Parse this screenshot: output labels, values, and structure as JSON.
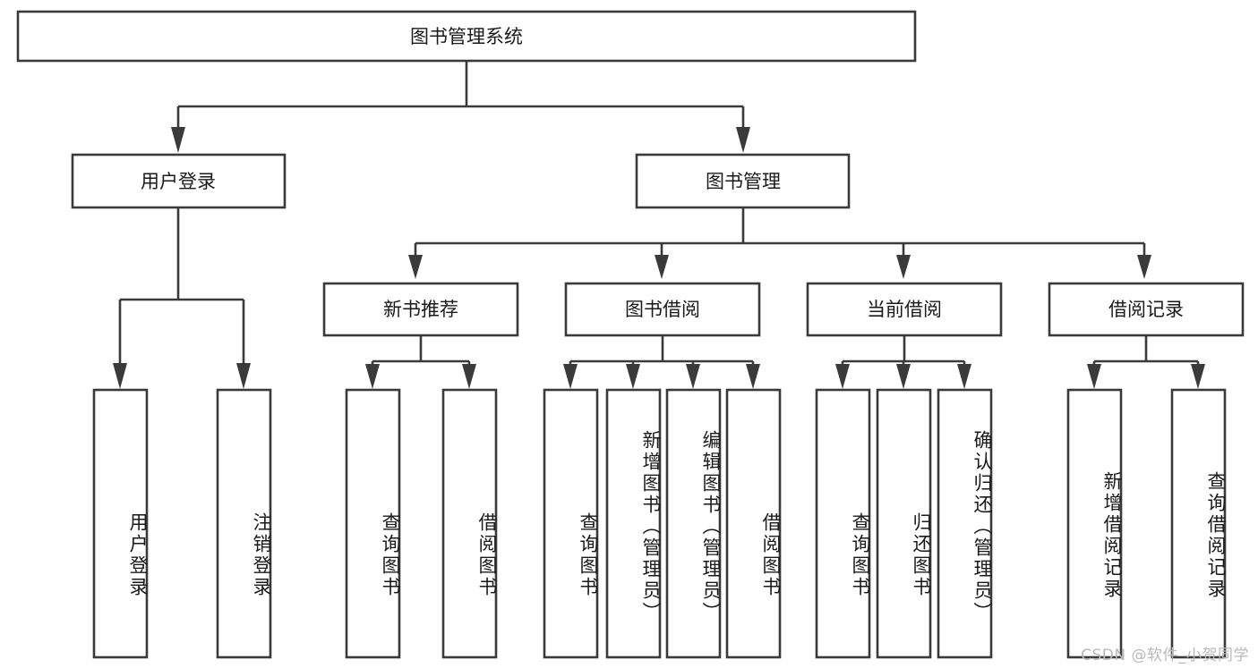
{
  "diagram": {
    "type": "tree-hierarchy",
    "title": "图书管理系统",
    "root": {
      "id": "root",
      "label": "图书管理系统"
    },
    "level1": [
      {
        "id": "user-login",
        "label": "用户登录"
      },
      {
        "id": "book-management",
        "label": "图书管理"
      }
    ],
    "level2": [
      {
        "id": "new-book-recommend",
        "label": "新书推荐",
        "parent": "book-management"
      },
      {
        "id": "book-borrow",
        "label": "图书借阅",
        "parent": "book-management"
      },
      {
        "id": "current-borrow",
        "label": "当前借阅",
        "parent": "book-management"
      },
      {
        "id": "borrow-record",
        "label": "借阅记录",
        "parent": "book-management"
      }
    ],
    "leaves": {
      "user-login": [
        {
          "id": "leaf-user-login",
          "label": "用户登录"
        },
        {
          "id": "leaf-user-logout",
          "label": "注销登录"
        }
      ],
      "new-book-recommend": [
        {
          "id": "leaf-query-book-1",
          "label": "查询图书"
        },
        {
          "id": "leaf-borrow-book-1",
          "label": "借阅图书"
        }
      ],
      "book-borrow": [
        {
          "id": "leaf-query-book-2",
          "label": "查询图书"
        },
        {
          "id": "leaf-add-book",
          "label": "新增图书（管理员）"
        },
        {
          "id": "leaf-edit-book",
          "label": "编辑图书（管理员）"
        },
        {
          "id": "leaf-borrow-book-2",
          "label": "借阅图书"
        }
      ],
      "current-borrow": [
        {
          "id": "leaf-query-book-3",
          "label": "查询图书"
        },
        {
          "id": "leaf-return-book",
          "label": "归还图书"
        },
        {
          "id": "leaf-confirm-return",
          "label": "确认归还（管理员）"
        }
      ],
      "borrow-record": [
        {
          "id": "leaf-add-record",
          "label": "新增借阅记录"
        },
        {
          "id": "leaf-query-record",
          "label": "查询借阅记录"
        }
      ]
    }
  },
  "watermark": {
    "text": "CSDN @软件_小贺同学"
  },
  "colors": {
    "stroke": "#3a3a3a",
    "box_fill": "#ffffff",
    "text": "#1a1a1a",
    "watermark": "#b9b9b9",
    "background": "#ffffff"
  }
}
